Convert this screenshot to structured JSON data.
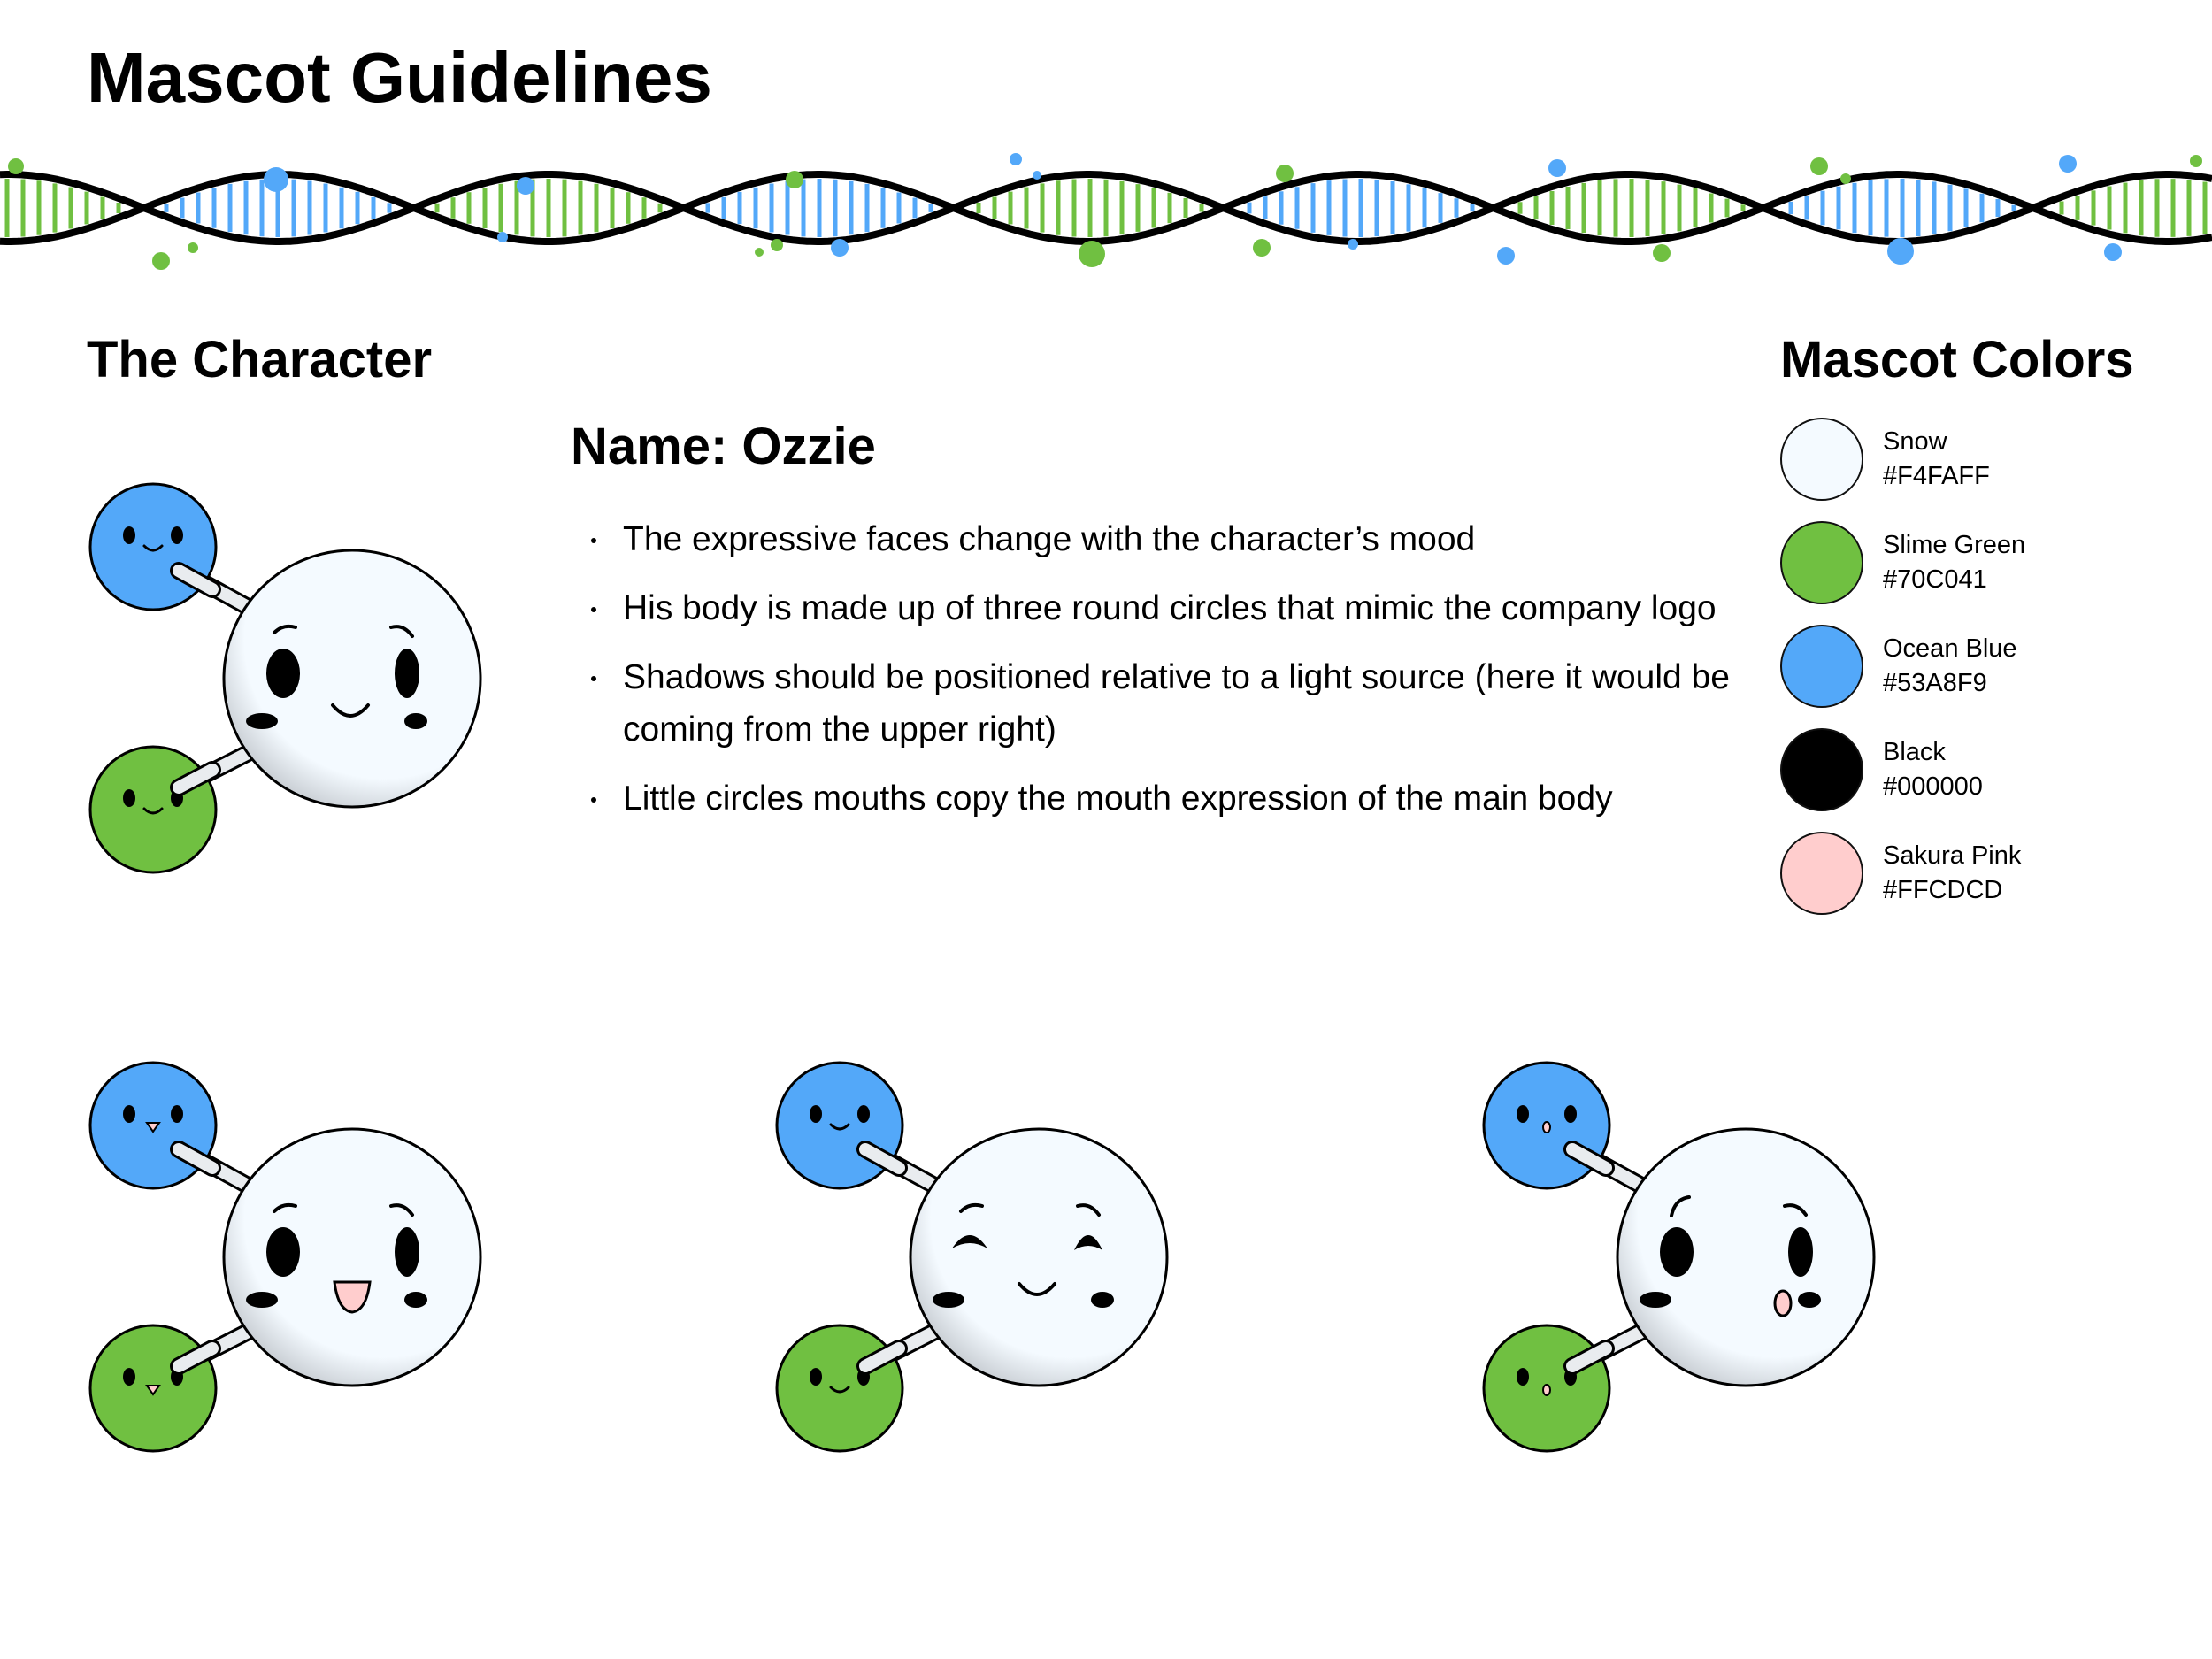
{
  "page": {
    "title": "Mascot Guidelines"
  },
  "character": {
    "heading": "The Character",
    "name": "Name: Ozzie",
    "bullets": [
      "The expressive faces change with the character’s mood",
      "His body is made up of three round circles that mimic the company logo",
      "Shadows should be positioned relative to a light source (here it would be coming from the upper right)",
      "Little circles mouths copy the mouth expression of the main body"
    ]
  },
  "mascot_colors": {
    "heading": "Mascot Colors",
    "items": [
      {
        "name": "Snow",
        "hex": "#F4FAFF",
        "color": "#F4FAFF"
      },
      {
        "name": "Slime Green",
        "hex": "#70C041",
        "color": "#70C041"
      },
      {
        "name": "Ocean Blue",
        "hex": "#53A8F9",
        "color": "#53A8F9"
      },
      {
        "name": "Black",
        "hex": "#000000",
        "color": "#000000"
      },
      {
        "name": "Sakura Pink",
        "hex": "#FFCDCD",
        "color": "#FFCDCD"
      }
    ]
  },
  "mascot_expressions": [
    "smile",
    "open-mouth-smile",
    "wink-smile",
    "surprised"
  ]
}
